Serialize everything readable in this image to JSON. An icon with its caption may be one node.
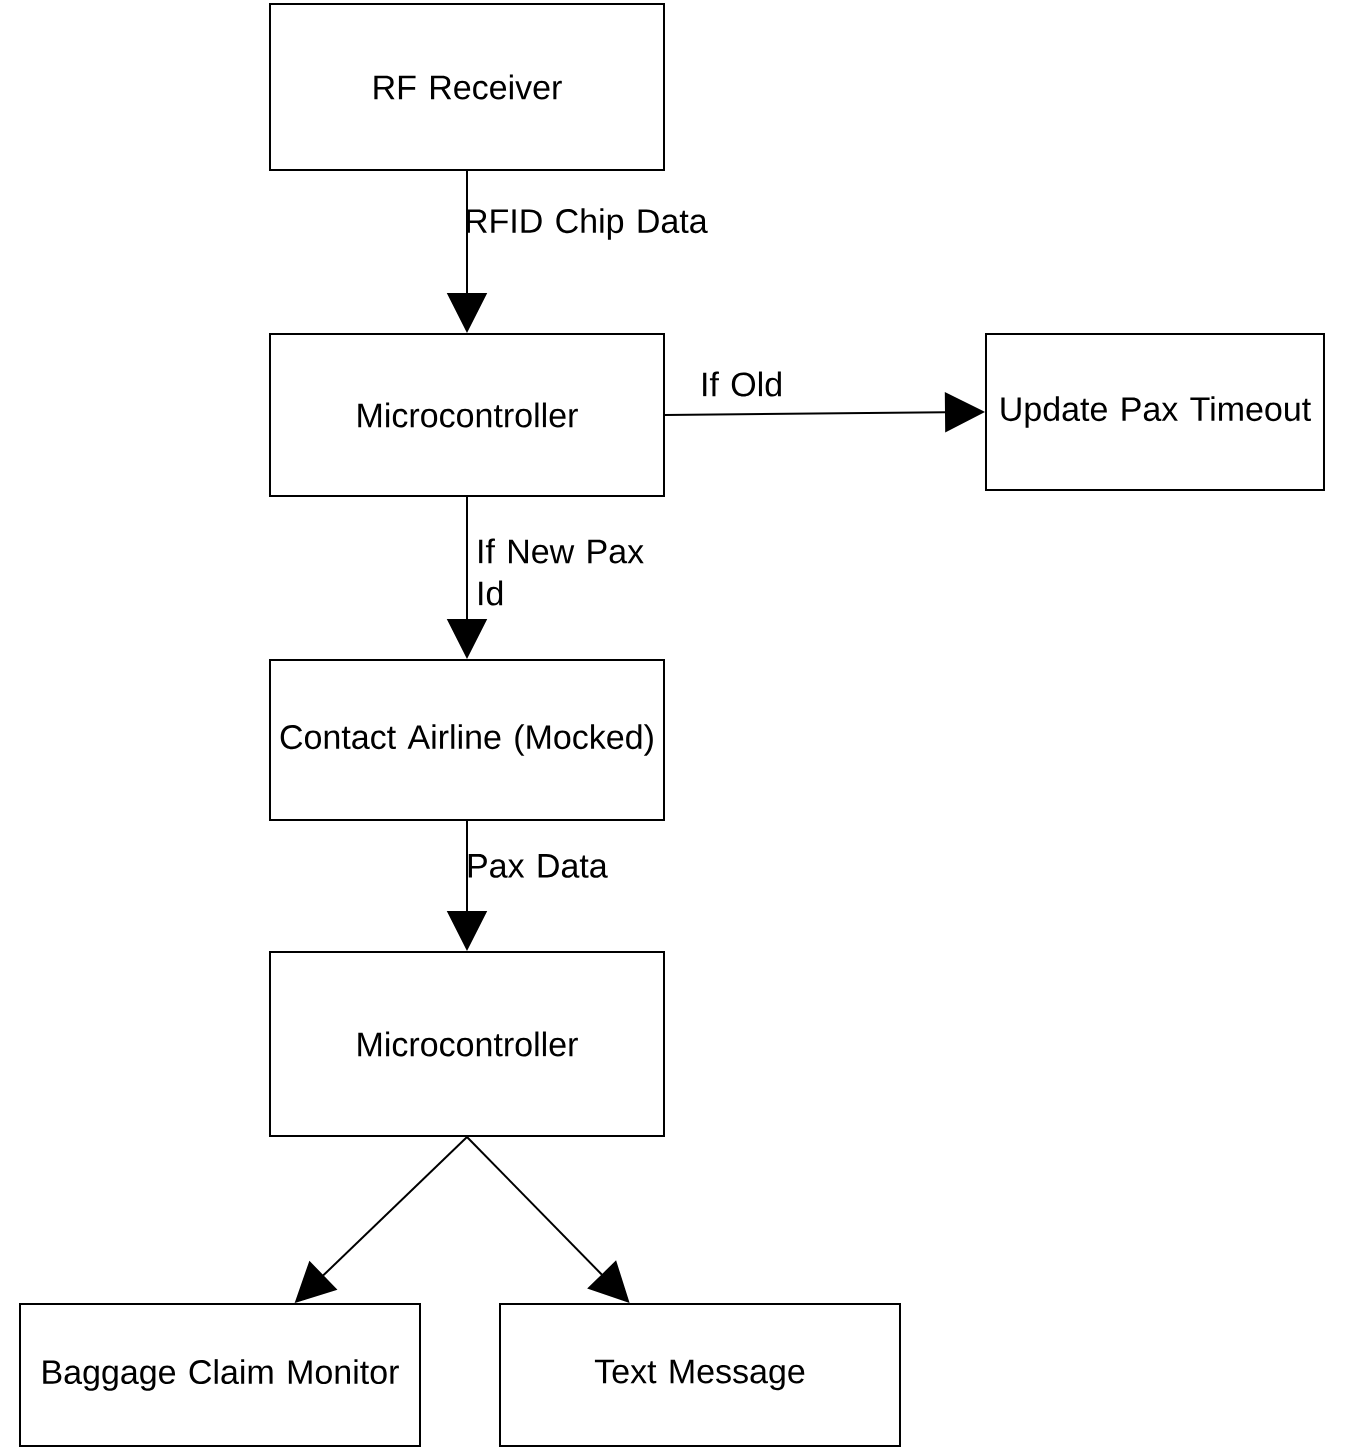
{
  "diagram": {
    "nodes": [
      {
        "text": [
          "RF Receiver"
        ]
      },
      {
        "text": [
          "Microcontroller"
        ]
      },
      {
        "text": [
          "Update Pax Timeout"
        ]
      },
      {
        "text": [
          "Contact Airline (Mocked)"
        ]
      },
      {
        "text": [
          "Microcontroller"
        ]
      },
      {
        "text": [
          "Baggage Claim Monitor"
        ]
      },
      {
        "text": [
          "Text Message"
        ]
      }
    ],
    "edges": [
      {
        "from": 0,
        "to": 1,
        "arrow": "to",
        "label": "RFID Chip Data"
      },
      {
        "from": 1,
        "to": 2,
        "arrow": "to",
        "label": "If Old"
      },
      {
        "from": 1,
        "to": 3,
        "arrow": "to",
        "label": "If New Pax Id"
      },
      {
        "from": 3,
        "to": 4,
        "arrow": "to",
        "label": "Pax Data"
      },
      {
        "from": 4,
        "to": 5,
        "arrow": "to"
      },
      {
        "from": 4,
        "to": 6,
        "arrow": "to"
      }
    ]
  }
}
